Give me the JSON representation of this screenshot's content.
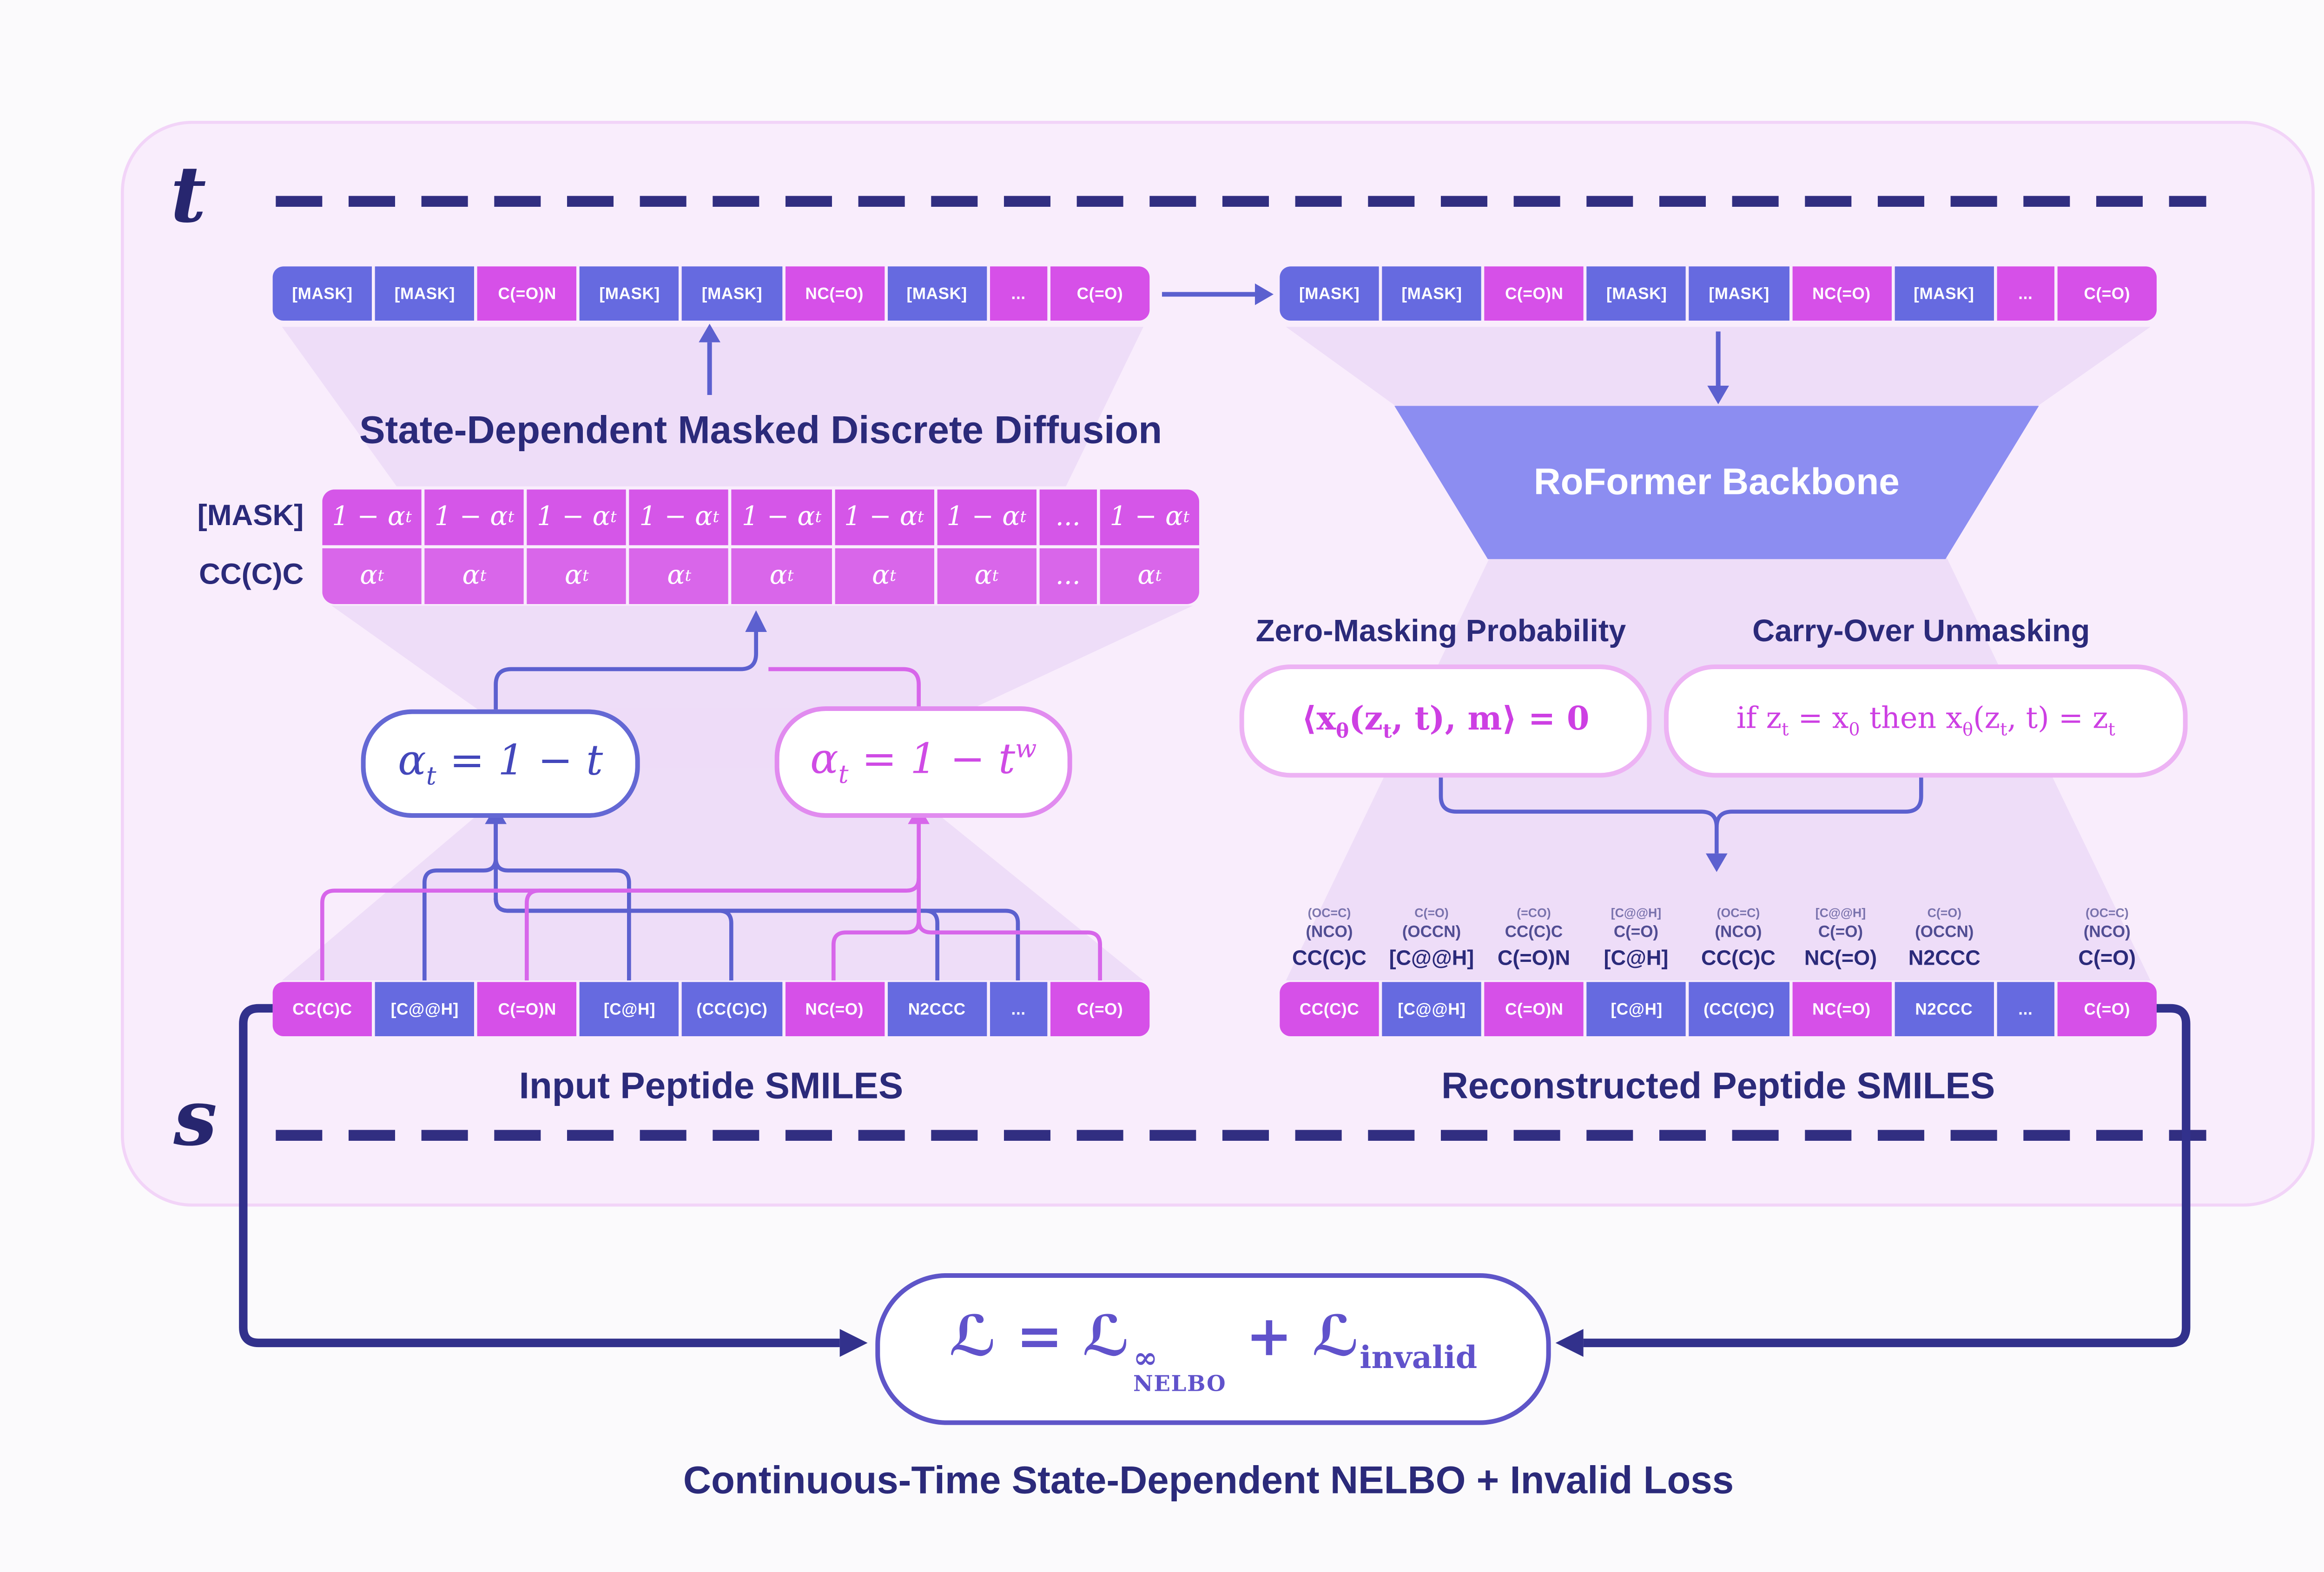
{
  "colors": {
    "background": "#fbfafc",
    "panel_fill": "#f9edfc",
    "panel_border": "#f2d4f8",
    "funnel_lavender": "#c9a4ee",
    "mask_token_blue": "#666ae0",
    "smiles_token_magenta": "#d650e8",
    "heading_navy": "#2b2a7a",
    "formula_magenta": "#cd3fe3",
    "arrow_blue": "#5c60cf",
    "backbone_fill": "#8c8df1",
    "loss_accent": "#5e55c8"
  },
  "axis": {
    "top_label": "t",
    "bottom_label": "s"
  },
  "headings": {
    "diffusion_title": "State-Dependent Masked Discrete Diffusion",
    "backbone_label": "RoFormer Backbone",
    "zero_masking_title": "Zero-Masking Probability",
    "carry_over_title": "Carry-Over Unmasking",
    "input_caption": "Input Peptide SMILES",
    "reconstructed_caption": "Reconstructed Peptide SMILES",
    "loss_caption": "Continuous-Time State-Dependent NELBO + Invalid Loss"
  },
  "token_rows": {
    "noised_left": {
      "tokens": [
        {
          "label": "[MASK]",
          "kind": "masked"
        },
        {
          "label": "[MASK]",
          "kind": "masked"
        },
        {
          "label": "C(=O)N",
          "kind": "kept"
        },
        {
          "label": "[MASK]",
          "kind": "masked"
        },
        {
          "label": "[MASK]",
          "kind": "masked"
        },
        {
          "label": "NC(=O)",
          "kind": "kept"
        },
        {
          "label": "[MASK]",
          "kind": "masked"
        },
        {
          "label": "...",
          "kind": "kept"
        },
        {
          "label": "C(=O)",
          "kind": "kept"
        }
      ]
    },
    "noised_right": {
      "tokens": [
        {
          "label": "[MASK]",
          "kind": "masked"
        },
        {
          "label": "[MASK]",
          "kind": "masked"
        },
        {
          "label": "C(=O)N",
          "kind": "kept"
        },
        {
          "label": "[MASK]",
          "kind": "masked"
        },
        {
          "label": "[MASK]",
          "kind": "masked"
        },
        {
          "label": "NC(=O)",
          "kind": "kept"
        },
        {
          "label": "[MASK]",
          "kind": "masked"
        },
        {
          "label": "...",
          "kind": "kept"
        },
        {
          "label": "C(=O)",
          "kind": "kept"
        }
      ]
    },
    "input": {
      "tokens": [
        {
          "label": "CC(C)C",
          "kind": "kept"
        },
        {
          "label": "[C@@H]",
          "kind": "masked"
        },
        {
          "label": "C(=O)N",
          "kind": "kept"
        },
        {
          "label": "[C@H]",
          "kind": "masked"
        },
        {
          "label": "(CC(C)C)",
          "kind": "masked"
        },
        {
          "label": "NC(=O)",
          "kind": "kept"
        },
        {
          "label": "N2CCC",
          "kind": "masked"
        },
        {
          "label": "...",
          "kind": "masked"
        },
        {
          "label": "C(=O)",
          "kind": "kept"
        }
      ]
    },
    "reconstructed": {
      "tokens": [
        {
          "label": "CC(C)C",
          "kind": "kept"
        },
        {
          "label": "[C@@H]",
          "kind": "masked"
        },
        {
          "label": "C(=O)N",
          "kind": "kept"
        },
        {
          "label": "[C@H]",
          "kind": "masked"
        },
        {
          "label": "(CC(C)C)",
          "kind": "masked"
        },
        {
          "label": "NC(=O)",
          "kind": "kept"
        },
        {
          "label": "N2CCC",
          "kind": "masked"
        },
        {
          "label": "...",
          "kind": "masked"
        },
        {
          "label": "C(=O)",
          "kind": "kept"
        }
      ]
    }
  },
  "alpha_table": {
    "row_labels": [
      "[MASK]",
      "CC(C)C"
    ],
    "top_row_cells": [
      "1 − α_t",
      "1 − α_t",
      "1 − α_t",
      "1 − α_t",
      "1 − α_t",
      "1 − α_t",
      "1 − α_t",
      "...",
      "1 − α_t"
    ],
    "bottom_row_cells": [
      "α_t",
      "α_t",
      "α_t",
      "α_t",
      "α_t",
      "α_t",
      "α_t",
      "...",
      "α_t"
    ],
    "render": {
      "one_minus": "1 − α",
      "alpha": "α",
      "sub": "t",
      "ellipsis": "..."
    }
  },
  "formulas": {
    "alpha_linear": {
      "alpha": "α",
      "sub": "t",
      "rest": " = 1 − t"
    },
    "alpha_power": {
      "alpha": "α",
      "sub": "t",
      "rest": " = 1 − t",
      "sup": "w"
    },
    "zero_masking": {
      "p1": "⟨x",
      "s1": "θ",
      "p2": "(z",
      "s2": "t",
      "p3": ", t), m⟩ = 0"
    },
    "carry_over": {
      "p1": "if z",
      "s1": "t",
      "p2": " = x",
      "s2": "0",
      "p3": " then x",
      "s3": "θ",
      "p4": "(z",
      "s4": "t",
      "p5": ", t) = z",
      "s5": "t"
    },
    "loss": {
      "p1": "ℒ = ℒ",
      "sup": "∞",
      "sub": "NELBO",
      "p2": " + ℒ",
      "sub2": "invalid"
    }
  },
  "prediction_stacks": [
    {
      "top": "(OC=C)",
      "mid": "(NCO)",
      "main": "CC(C)C"
    },
    {
      "top": "C(=O)",
      "mid": "(OCCN)",
      "main": "[C@@H]"
    },
    {
      "top": "(=CO)",
      "mid": "CC(C)C",
      "main": "C(=O)N"
    },
    {
      "top": "[C@@H]",
      "mid": "C(=O)",
      "main": "[C@H]"
    },
    {
      "top": "(OC=C)",
      "mid": "(NCO)",
      "main": "CC(C)C"
    },
    {
      "top": "[C@@H]",
      "mid": "C(=O)",
      "main": "NC(=O)"
    },
    {
      "top": "C(=O)",
      "mid": "(OCCN)",
      "main": "N2CCC"
    },
    {
      "top": "(OC=C)",
      "mid": "(NCO)",
      "main": "C(=O)"
    }
  ]
}
